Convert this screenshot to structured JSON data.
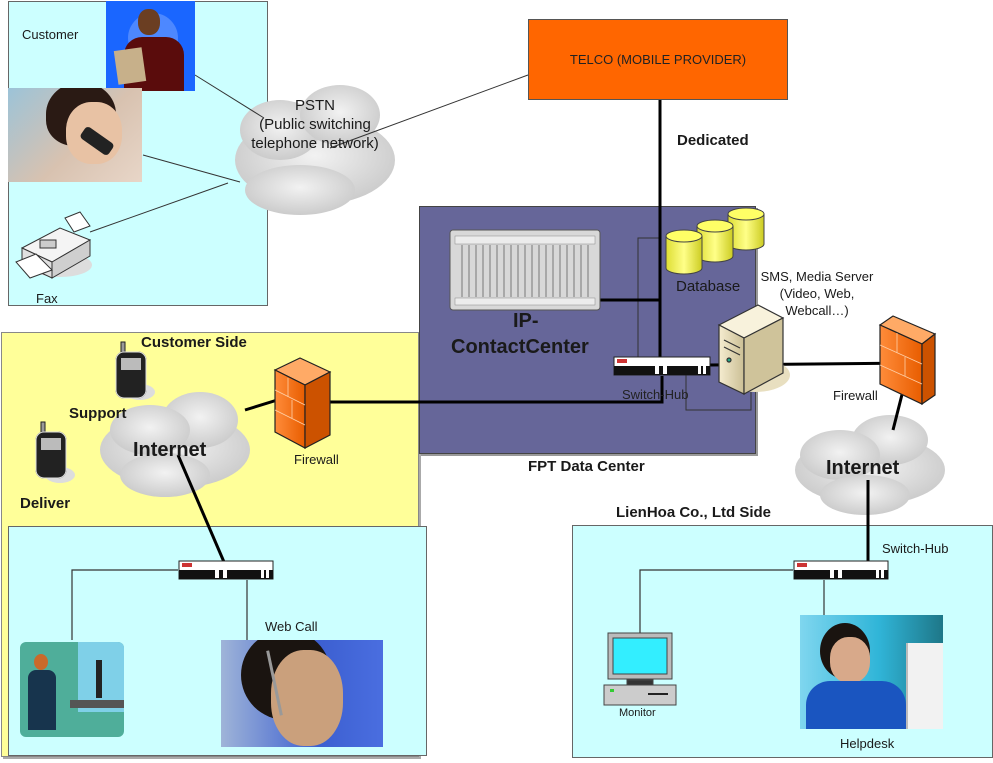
{
  "diagram_title": "Contact Center Network Diagram",
  "colors": {
    "customer_zone": "#ccffff",
    "customer_side_zone": "#ffff99",
    "data_center_zone": "#666699",
    "telco": "#ff6600",
    "firewall": "#ff7f27",
    "database": "#ffff66"
  },
  "zones": {
    "customer": {
      "label": "Customer",
      "fax_label": "Fax"
    },
    "customer_side": {
      "label": "Customer Side",
      "support_label": "Support",
      "deliver_label": "Deliver",
      "firewall_label": "Firewall",
      "internet_label": "Internet"
    },
    "customer_lan": {
      "web_call_label": "Web Call"
    },
    "data_center": {
      "label": "FPT Data Center",
      "ipcc_label_1": "IP-",
      "ipcc_label_2": "ContactCenter",
      "switch_label": "Switch-Hub",
      "database_label": "Database",
      "media_server_label_1": "SMS, Media Server",
      "media_server_label_2": "(Video, Web,",
      "media_server_label_3": "Webcall…)"
    },
    "lienhoa": {
      "label": "LienHoa Co., Ltd Side",
      "switch_label": "Switch-Hub",
      "monitor_label": "Monitor",
      "helpdesk_label": "Helpdesk",
      "firewall_label": "Firewall",
      "internet_label": "Internet"
    }
  },
  "pstn": {
    "line1": "PSTN",
    "line2": "(Public switching",
    "line3": "telephone network)"
  },
  "telco": {
    "label": "TELCO (MOBILE PROVIDER)"
  },
  "links": {
    "dedicated_label": "Dedicated"
  }
}
